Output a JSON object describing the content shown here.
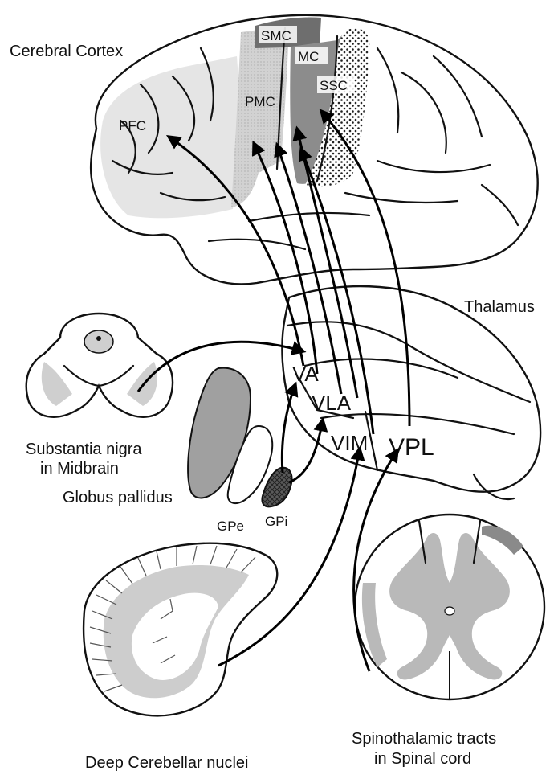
{
  "labels": {
    "cerebral_cortex": "Cerebral Cortex",
    "smc": "SMC",
    "mc": "MC",
    "ssc": "SSC",
    "pmc": "PMC",
    "pfc": "PFC",
    "thalamus": "Thalamus",
    "va": "VA",
    "vla": "VLA",
    "vim": "VIM",
    "vpl": "VPL",
    "substantia_nigra_line1": "Substantia nigra",
    "substantia_nigra_line2": "in Midbrain",
    "globus_pallidus": "Globus pallidus",
    "gpe": "GPe",
    "gpi": "GPi",
    "deep_cerebellar": "Deep Cerebellar nuclei",
    "spinothalamic_line1": "Spinothalamic tracts",
    "spinothalamic_line2": "in Spinal cord"
  },
  "colors": {
    "motor_cortex": "#8c8c8c",
    "smc": "#6e6e6e",
    "pmc": "#cfcfcf",
    "gpi": "#4a4a4a",
    "gpe_outer": "#a0a0a0",
    "gray_matter": "#b9b9b9",
    "pfc_texture": "#e2e2e2"
  }
}
